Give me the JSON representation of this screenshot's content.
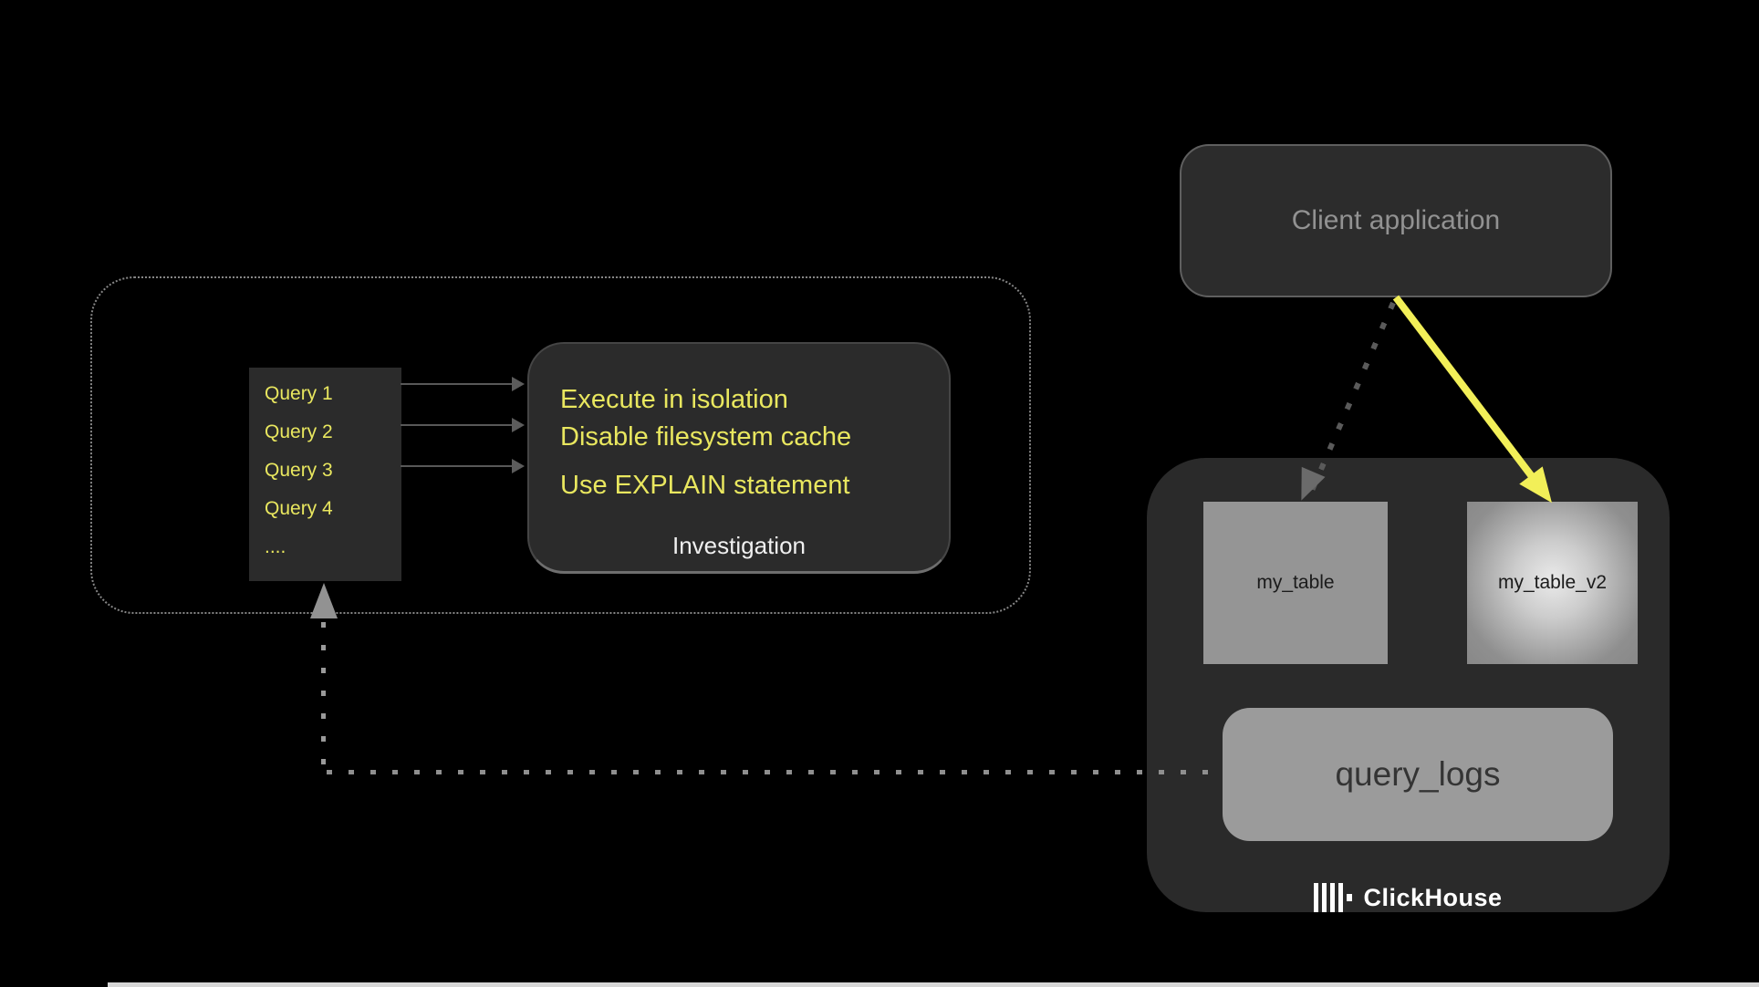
{
  "client_app": {
    "label": "Client application"
  },
  "pipeline": {
    "queries": [
      "Query 1",
      "Query 2",
      "Query 3",
      "Query 4",
      "...."
    ],
    "investigation": {
      "steps": [
        "Execute in isolation",
        "Disable filesystem cache",
        "Use EXPLAIN statement"
      ],
      "title": "Investigation"
    }
  },
  "clickhouse": {
    "brand": "ClickHouse",
    "tables": {
      "my_table": "my_table",
      "my_table_v2": "my_table_v2",
      "query_logs": "query_logs"
    }
  },
  "colors": {
    "background": "#000000",
    "panel_dark": "#2b2b2b",
    "panel_gray": "#9b9b9b",
    "text_yellow": "#e9e75f",
    "arrow_yellow": "#f2ef58",
    "text_gray": "#929292"
  }
}
